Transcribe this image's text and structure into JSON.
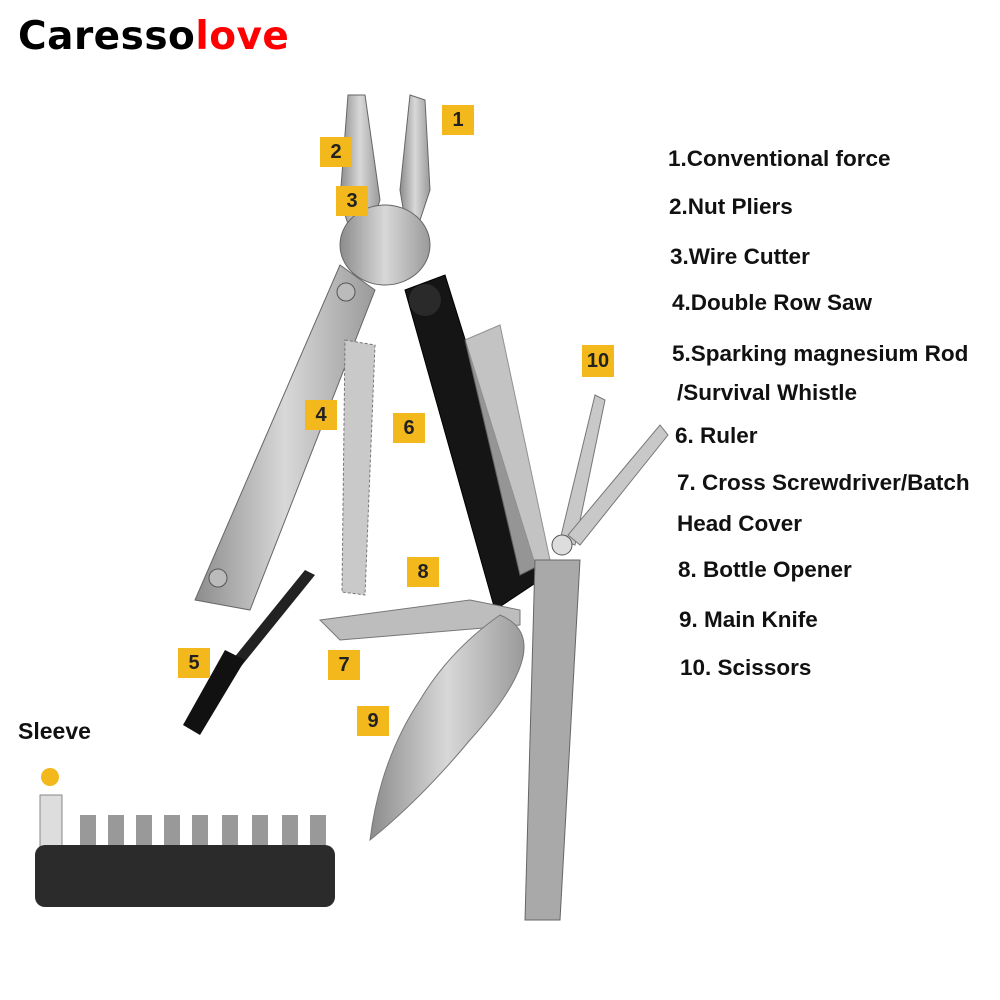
{
  "brand": {
    "part1": "Caresso",
    "part2": "love",
    "color_dark": "#000000",
    "color_red": "#ff0000"
  },
  "badge_color": "#f3b81c",
  "badges": [
    "1",
    "2",
    "3",
    "4",
    "5",
    "6",
    "7",
    "8",
    "9",
    "10"
  ],
  "features": [
    "1.Conventional force",
    "2.Nut Pliers",
    "3.Wire Cutter",
    "4.Double Row Saw",
    "5.Sparking magnesium Rod",
    "/Survival Whistle",
    "6. Ruler",
    "7. Cross Screwdriver/Batch",
    "Head Cover",
    "8. Bottle Opener",
    "9. Main Knife",
    "10. Scissors"
  ],
  "sleeve_label": "Sleeve"
}
